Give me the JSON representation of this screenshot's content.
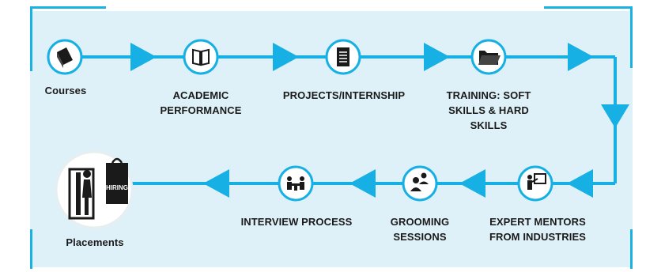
{
  "colors": {
    "panel": "#dff1f8",
    "line": "#16b0e4",
    "frame": "#1ab2e2",
    "node_ring": "#16b0e4",
    "node_fill": "#ffffff",
    "icon": "#1a1a1a"
  },
  "steps": [
    {
      "label": "Courses",
      "icon": "book-icon"
    },
    {
      "label": "ACADEMIC\nPERFORMANCE",
      "icon": "open-book-icon"
    },
    {
      "label": "PROJECTS/INTERNSHIP",
      "icon": "notepad-icon"
    },
    {
      "label": "TRAINING: SOFT\nSKILLS & HARD\nSKILLS",
      "icon": "folder-icon"
    },
    {
      "label": "EXPERT MENTORS\nFROM INDUSTRIES",
      "icon": "presentation-icon"
    },
    {
      "label": "GROOMING\nSESSIONS",
      "icon": "discussion-icon"
    },
    {
      "label": "INTERVIEW PROCESS",
      "icon": "interview-icon"
    },
    {
      "label": "Placements",
      "icon": "hiring-icon",
      "badge": "HIRING"
    }
  ]
}
